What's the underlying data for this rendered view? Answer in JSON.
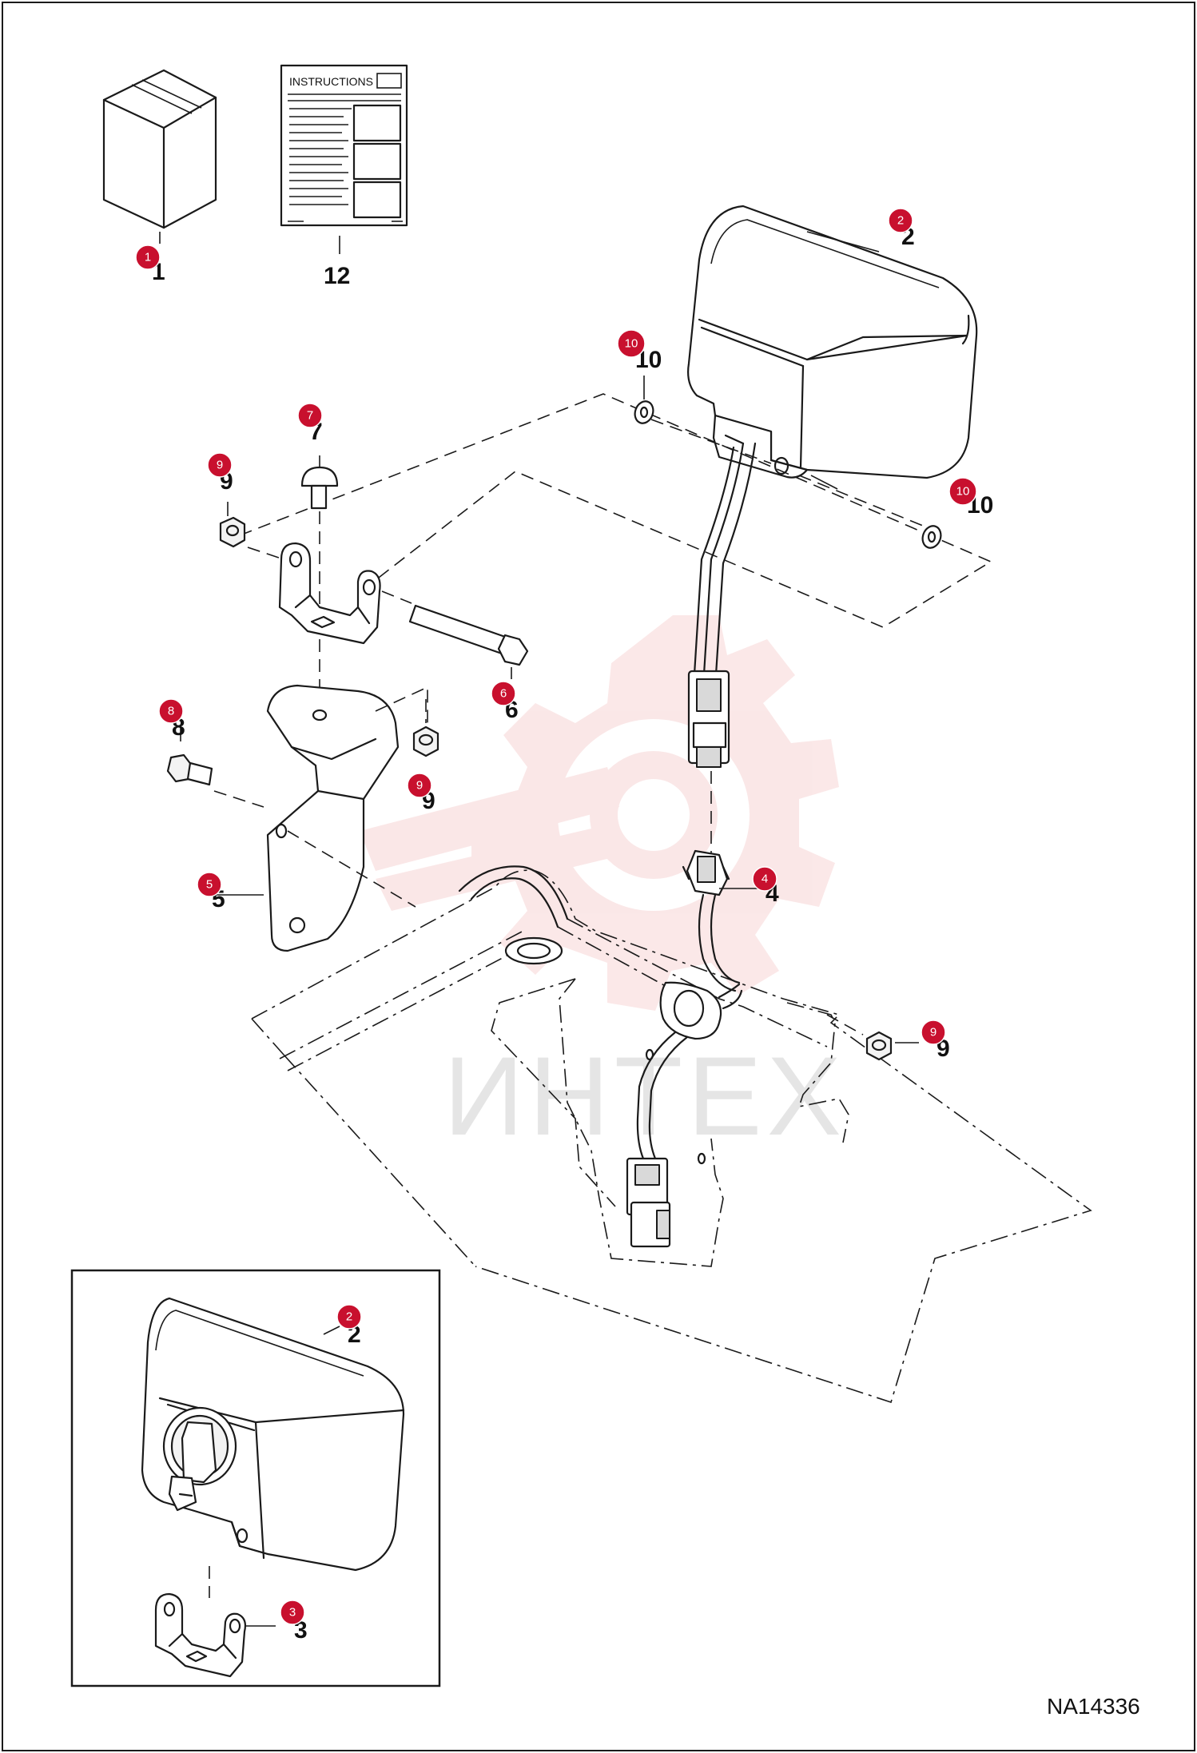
{
  "drawing_code": "NA14336",
  "instructions_label": "INSTRUCTIONS",
  "watermark": "ИНТЕХ",
  "colors": {
    "bubble": "#c8102e",
    "watermark": "#f2b8b8"
  },
  "labels": [
    {
      "id": "lbl-1",
      "text": "1"
    },
    {
      "id": "lbl-12",
      "text": "12"
    },
    {
      "id": "lbl-2a",
      "text": "2"
    },
    {
      "id": "lbl-10a",
      "text": "10"
    },
    {
      "id": "lbl-10b",
      "text": "10"
    },
    {
      "id": "lbl-7",
      "text": "7"
    },
    {
      "id": "lbl-9a",
      "text": "9"
    },
    {
      "id": "lbl-6",
      "text": "6"
    },
    {
      "id": "lbl-8",
      "text": "8"
    },
    {
      "id": "lbl-9b",
      "text": "9"
    },
    {
      "id": "lbl-5",
      "text": "5"
    },
    {
      "id": "lbl-4",
      "text": "4"
    },
    {
      "id": "lbl-9c",
      "text": "9"
    },
    {
      "id": "lbl-2b",
      "text": "2"
    },
    {
      "id": "lbl-3",
      "text": "3"
    }
  ],
  "bubbles": [
    {
      "id": "b-1",
      "text": "1"
    },
    {
      "id": "b-2a",
      "text": "2"
    },
    {
      "id": "b-10a",
      "text": "10"
    },
    {
      "id": "b-10b",
      "text": "10"
    },
    {
      "id": "b-7",
      "text": "7"
    },
    {
      "id": "b-9a",
      "text": "9"
    },
    {
      "id": "b-6",
      "text": "6"
    },
    {
      "id": "b-8",
      "text": "8"
    },
    {
      "id": "b-9b",
      "text": "9"
    },
    {
      "id": "b-5",
      "text": "5"
    },
    {
      "id": "b-4",
      "text": "4"
    },
    {
      "id": "b-9c",
      "text": "9"
    },
    {
      "id": "b-2b",
      "text": "2"
    },
    {
      "id": "b-3",
      "text": "3"
    }
  ]
}
